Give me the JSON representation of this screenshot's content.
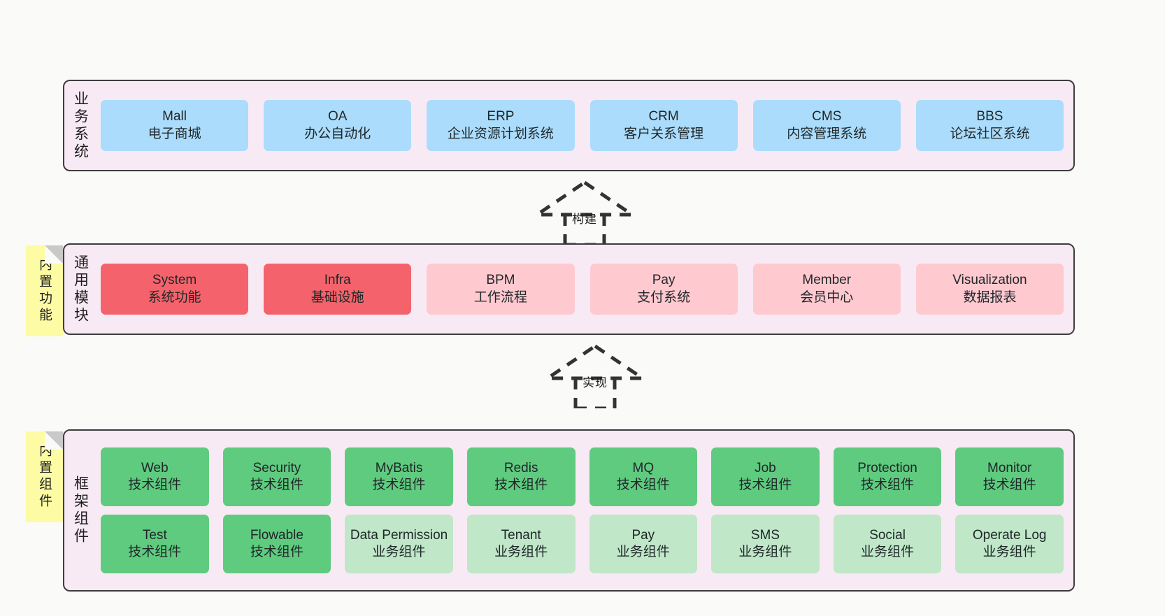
{
  "diagram": {
    "background": "#fafaf9",
    "panel_bg": "#f8eaf4",
    "panel_border": "#3d3d3d",
    "colors": {
      "business": "#abdcfc",
      "module_active": "#f4636b",
      "module_plain": "#ffc9d0",
      "tech_component": "#5fcb7f",
      "biz_component": "#bfe7c8",
      "note": "#fdfba4"
    }
  },
  "layers": [
    {
      "title": "业务系统",
      "rows": [
        [
          {
            "name": "Mall",
            "sub": "电子商城",
            "style": "c-blue"
          },
          {
            "name": "OA",
            "sub": "办公自动化",
            "style": "c-blue"
          },
          {
            "name": "ERP",
            "sub": "企业资源计划系统",
            "style": "c-blue"
          },
          {
            "name": "CRM",
            "sub": "客户关系管理",
            "style": "c-blue"
          },
          {
            "name": "CMS",
            "sub": "内容管理系统",
            "style": "c-blue"
          },
          {
            "name": "BBS",
            "sub": "论坛社区系统",
            "style": "c-blue"
          }
        ]
      ]
    },
    {
      "title": "通用模块",
      "note": "内置功能",
      "rows": [
        [
          {
            "name": "System",
            "sub": "系统功能",
            "style": "c-red"
          },
          {
            "name": "Infra",
            "sub": "基础设施",
            "style": "c-red"
          },
          {
            "name": "BPM",
            "sub": "工作流程",
            "style": "c-pink"
          },
          {
            "name": "Pay",
            "sub": "支付系统",
            "style": "c-pink"
          },
          {
            "name": "Member",
            "sub": "会员中心",
            "style": "c-pink"
          },
          {
            "name": "Visualization",
            "sub": "数据报表",
            "style": "c-pink"
          }
        ]
      ]
    },
    {
      "title": "框架组件",
      "note": "内置组件",
      "rows": [
        [
          {
            "name": "Web",
            "sub": "技术组件",
            "style": "c-green"
          },
          {
            "name": "Security",
            "sub": "技术组件",
            "style": "c-green"
          },
          {
            "name": "MyBatis",
            "sub": "技术组件",
            "style": "c-green"
          },
          {
            "name": "Redis",
            "sub": "技术组件",
            "style": "c-green"
          },
          {
            "name": "MQ",
            "sub": "技术组件",
            "style": "c-green"
          },
          {
            "name": "Job",
            "sub": "技术组件",
            "style": "c-green"
          },
          {
            "name": "Protection",
            "sub": "技术组件",
            "style": "c-green"
          },
          {
            "name": "Monitor",
            "sub": "技术组件",
            "style": "c-green"
          }
        ],
        [
          {
            "name": "Test",
            "sub": "技术组件",
            "style": "c-green"
          },
          {
            "name": "Flowable",
            "sub": "技术组件",
            "style": "c-green"
          },
          {
            "name": "Data Permission",
            "sub": "业务组件",
            "style": "c-lightgreen"
          },
          {
            "name": "Tenant",
            "sub": "业务组件",
            "style": "c-lightgreen"
          },
          {
            "name": "Pay",
            "sub": "业务组件",
            "style": "c-lightgreen"
          },
          {
            "name": "SMS",
            "sub": "业务组件",
            "style": "c-lightgreen"
          },
          {
            "name": "Social",
            "sub": "业务组件",
            "style": "c-lightgreen"
          },
          {
            "name": "Operate Log",
            "sub": "业务组件",
            "style": "c-lightgreen"
          }
        ]
      ]
    }
  ],
  "connectors": [
    {
      "label": "构建"
    },
    {
      "label": "实现"
    }
  ]
}
